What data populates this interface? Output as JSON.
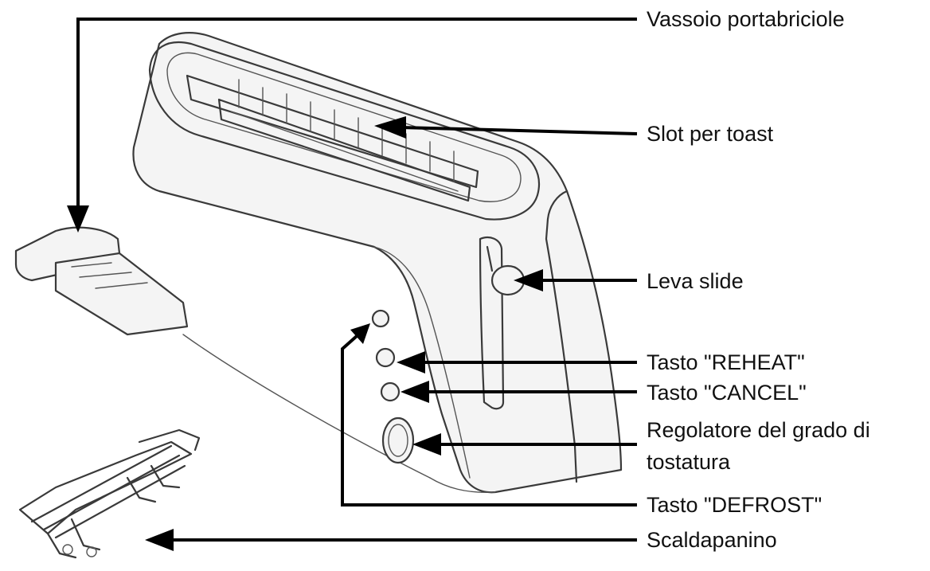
{
  "labels": {
    "crumb_tray": "Vassoio portabriciole",
    "toast_slot": "Slot per toast",
    "slide_lever": "Leva slide",
    "reheat_button": "Tasto \"REHEAT\"",
    "cancel_button": "Tasto \"CANCEL\"",
    "browning_control_line1": "Regolatore del grado di",
    "browning_control_line2": "tostatura",
    "defrost_button": "Tasto \"DEFROST\"",
    "bun_warmer": "Scaldapanino"
  },
  "colors": {
    "line": "#000000",
    "sketch": "#3a3a3a",
    "text": "#111111",
    "background": "#ffffff"
  }
}
